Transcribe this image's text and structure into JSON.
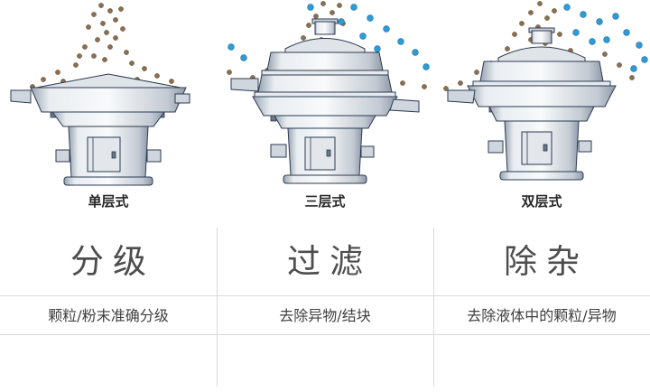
{
  "columns": [
    {
      "caption": "单层式",
      "title": "分级",
      "description": "颗粒/粉末准确分级"
    },
    {
      "caption": "三层式",
      "title": "过滤",
      "description": "去除异物/结块"
    },
    {
      "caption": "双层式",
      "title": "除杂",
      "description": "去除液体中的颗粒/异物"
    }
  ],
  "colors": {
    "particle_brown": "#8a6f50",
    "particle_blue": "#2f9bd6",
    "machine_outline": "#2c3a52",
    "divider_line": "#d9d9d9",
    "title_text": "#4d4d4d"
  }
}
